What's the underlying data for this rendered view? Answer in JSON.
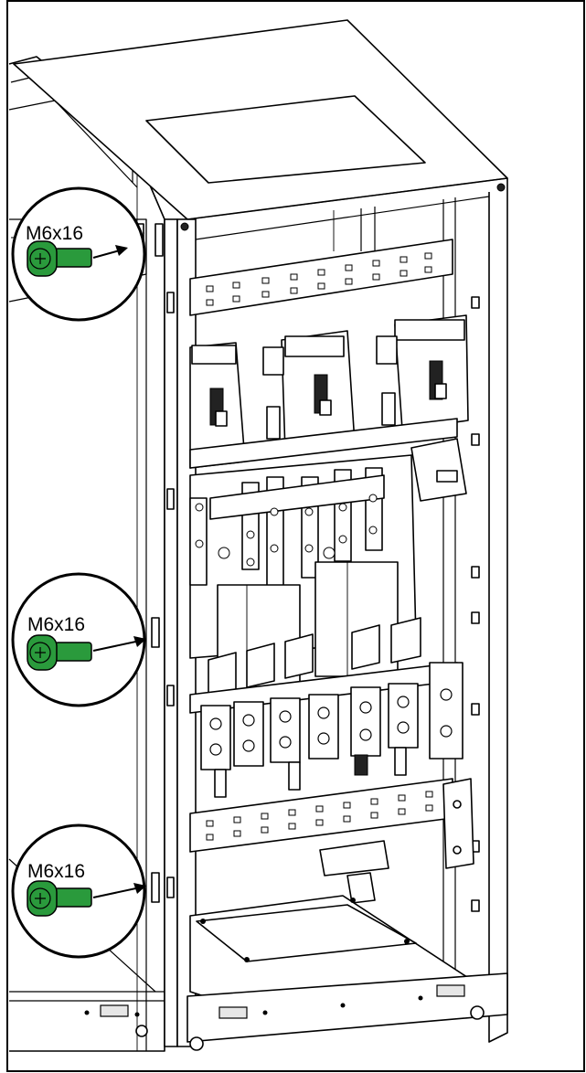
{
  "callouts": [
    {
      "label": "M6x16",
      "icon": "green-screw-icon"
    },
    {
      "label": "M6x16",
      "icon": "green-screw-icon"
    },
    {
      "label": "M6x16",
      "icon": "green-screw-icon"
    }
  ],
  "colors": {
    "screw": "#2a9a3c",
    "screw_dark": "#1c6e29",
    "line": "#000000",
    "background": "#ffffff"
  }
}
